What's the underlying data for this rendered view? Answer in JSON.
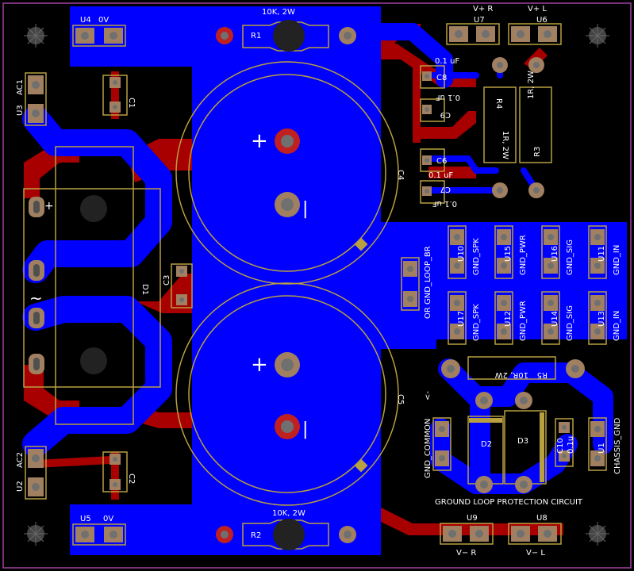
{
  "colors": {
    "background": "#000000",
    "bottom_copper": "#0000ff",
    "top_copper": "#a80000",
    "silkscreen": "#b8a040",
    "pad": "#a08060",
    "pad_hole": "#707070",
    "board_outline": "#a040a0",
    "legend_text": "#ffffff"
  },
  "labels": {
    "u4": "U4",
    "u4_value": "0V",
    "u5": "U5",
    "u5_value": "0V",
    "r1": "R1",
    "r1_value": "10K, 2W",
    "r2": "R2",
    "r2_value": "10K, 2W",
    "u7": "U7",
    "u7_value": "V+ R",
    "u6": "U6",
    "u6_value": "V+ L",
    "u9": "U9",
    "u9_value": "V− R",
    "u8": "U8",
    "u8_value": "V− L",
    "u3": "U3",
    "u3_value": "AC1",
    "u2": "U2",
    "u2_value": "AC2",
    "c1": "C1",
    "c2": "C2",
    "c3": "C3",
    "c4": "C4",
    "c5": "C5",
    "c6": "C6",
    "c7": "C7",
    "c8": "C8",
    "c9": "C9",
    "c10": "C10",
    "cap_value": "0.1 uF",
    "c10_value": "0.1u",
    "d1": "D1",
    "d2": "D2",
    "d3": "D3",
    "r3": "R3",
    "r4": "R4",
    "r5": "R5",
    "r_1ohm": "1R, 2W",
    "r5_value": "10R, 2W",
    "u10": "U10",
    "u10_value": "GND_SPK",
    "u11": "U11",
    "u11_value": "GND_IN",
    "u12": "U12",
    "u12_value": "GND_PWR",
    "u13": "U13",
    "u13_value": "GND_IN",
    "u14": "U14",
    "u14_value": "GND_SIG",
    "u15": "U15",
    "u15_value": "GND_PWR",
    "u16": "U16",
    "u16_value": "GND_SIG",
    "u17": "U17",
    "u17_value": "GND_SPK",
    "u_left_label": "OR GND_LOOP_BR",
    "u_common_label": "GND_COMMON",
    "u_common_arrow": "<-",
    "u1": "U1",
    "u1_value": "CHASSIS_GND",
    "ground_loop": "GROUND LOOP PROTECTION CIRCUIT",
    "plus": "+",
    "minus": "|",
    "ac_tilde": "~"
  }
}
